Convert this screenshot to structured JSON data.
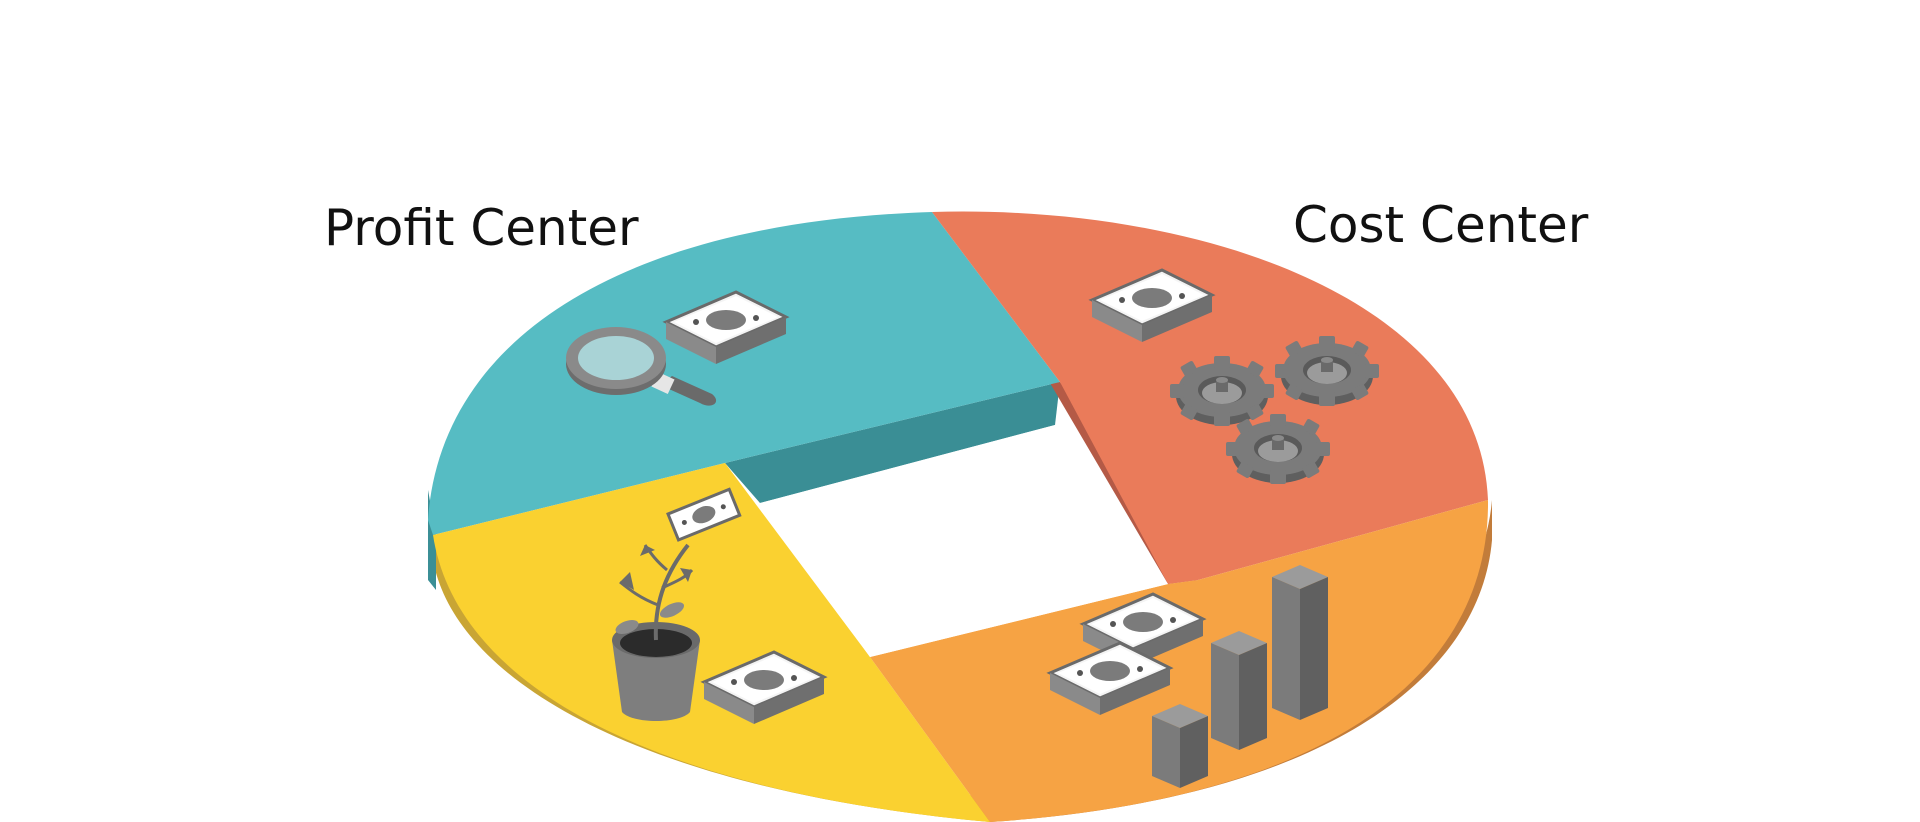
{
  "labels": {
    "profit_center": "Profit Center",
    "cost_center": "Cost Center"
  },
  "colors": {
    "background": "#ffffff",
    "teal_top": "#56bcc3",
    "teal_side": "#3b8f96",
    "coral_top": "#ea7b5a",
    "coral_side": "#b65a44",
    "yellow_top": "#fad130",
    "yellow_side": "#c9a534",
    "orange_top": "#f6a344",
    "orange_side": "#c27c3a",
    "icon_gray": "#7b7b7b",
    "icon_dark": "#555555",
    "icon_light": "#9b9b9b",
    "lens": "#a9d3d6"
  },
  "segments": [
    {
      "name": "teal-segment",
      "icons": [
        "magnifying-glass-icon",
        "cash-stack-icon"
      ]
    },
    {
      "name": "coral-segment",
      "icons": [
        "cash-stack-icon",
        "gears-icon"
      ]
    },
    {
      "name": "yellow-segment",
      "icons": [
        "money-plant-icon",
        "cash-stack-icon"
      ]
    },
    {
      "name": "orange-segment",
      "icons": [
        "cash-stack-icon",
        "cash-stack-icon",
        "bar-chart-icon"
      ]
    }
  ]
}
